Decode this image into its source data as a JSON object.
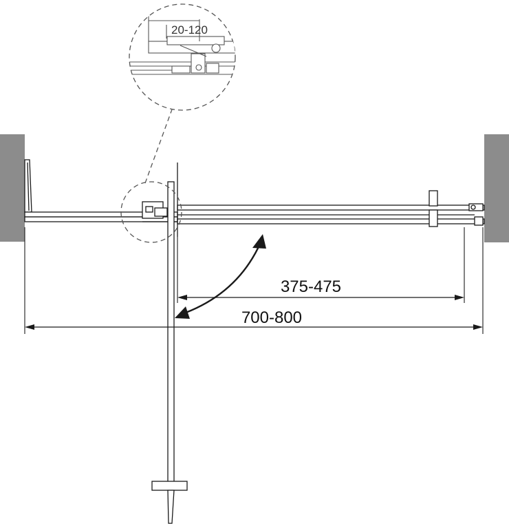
{
  "dimensions": {
    "detail_adjustment": "20-120",
    "door_opening": "375-475",
    "total_width": "700-800"
  },
  "colors": {
    "wall": "#8c8c8c",
    "line": "#1a1a1a",
    "background": "#ffffff"
  }
}
